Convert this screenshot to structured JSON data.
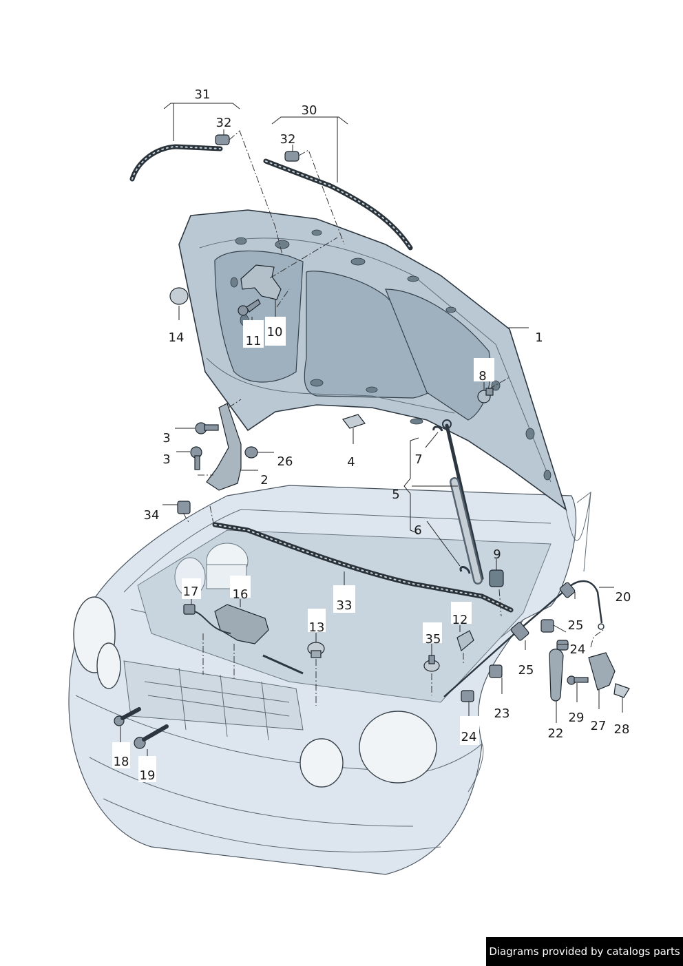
{
  "callouts": [
    {
      "id": "c1",
      "text": "1"
    },
    {
      "id": "c2",
      "text": "2"
    },
    {
      "id": "c3a",
      "text": "3"
    },
    {
      "id": "c3b",
      "text": "3"
    },
    {
      "id": "c4",
      "text": "4"
    },
    {
      "id": "c5",
      "text": "5"
    },
    {
      "id": "c6",
      "text": "6"
    },
    {
      "id": "c7",
      "text": "7"
    },
    {
      "id": "c8",
      "text": "8"
    },
    {
      "id": "c9",
      "text": "9"
    },
    {
      "id": "c10",
      "text": "10"
    },
    {
      "id": "c11",
      "text": "11"
    },
    {
      "id": "c12",
      "text": "12"
    },
    {
      "id": "c13",
      "text": "13"
    },
    {
      "id": "c14",
      "text": "14"
    },
    {
      "id": "c16",
      "text": "16"
    },
    {
      "id": "c17",
      "text": "17"
    },
    {
      "id": "c18",
      "text": "18"
    },
    {
      "id": "c19",
      "text": "19"
    },
    {
      "id": "c20",
      "text": "20"
    },
    {
      "id": "c22",
      "text": "22"
    },
    {
      "id": "c23",
      "text": "23"
    },
    {
      "id": "c24a",
      "text": "24"
    },
    {
      "id": "c24b",
      "text": "24"
    },
    {
      "id": "c25a",
      "text": "25"
    },
    {
      "id": "c25b",
      "text": "25"
    },
    {
      "id": "c26",
      "text": "26"
    },
    {
      "id": "c27",
      "text": "27"
    },
    {
      "id": "c28",
      "text": "28"
    },
    {
      "id": "c29",
      "text": "29"
    },
    {
      "id": "c30",
      "text": "30"
    },
    {
      "id": "c31",
      "text": "31"
    },
    {
      "id": "c32a",
      "text": "32"
    },
    {
      "id": "c32b",
      "text": "32"
    },
    {
      "id": "c33",
      "text": "33"
    },
    {
      "id": "c34",
      "text": "34"
    },
    {
      "id": "c35",
      "text": "35"
    }
  ],
  "footer": {
    "text": "Diagrams provided by catalogs parts"
  },
  "colors": {
    "hood": "#b9c8d3",
    "body": "#dde6ee",
    "outline": "#2c3640",
    "footer_bg": "#000000"
  }
}
